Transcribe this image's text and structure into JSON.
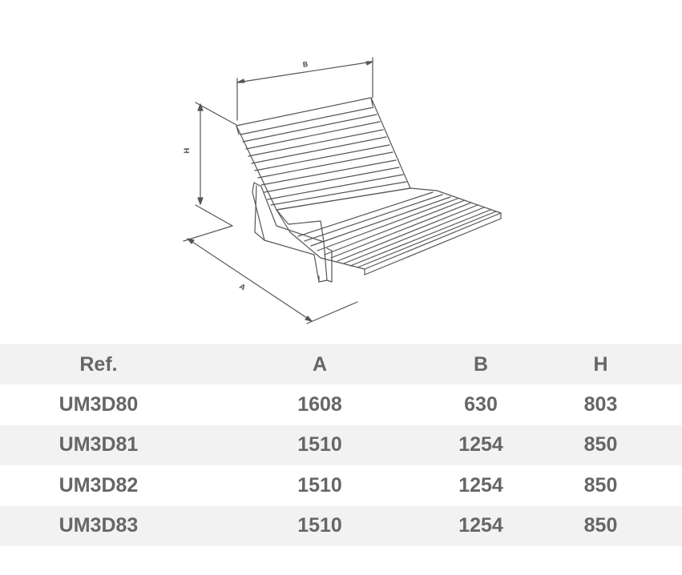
{
  "drawing": {
    "dimension_labels": {
      "a": "A",
      "b": "B",
      "h": "H"
    },
    "line_color": "#555555"
  },
  "table": {
    "headers": [
      "Ref.",
      "A",
      "B",
      "H"
    ],
    "rows": [
      [
        "UM3D80",
        "1608",
        "630",
        "803"
      ],
      [
        "UM3D81",
        "1510",
        "1254",
        "850"
      ],
      [
        "UM3D82",
        "1510",
        "1254",
        "850"
      ],
      [
        "UM3D83",
        "1510",
        "1254",
        "850"
      ]
    ],
    "text_color": "#666666",
    "stripe_color": "#f2f2f2"
  }
}
